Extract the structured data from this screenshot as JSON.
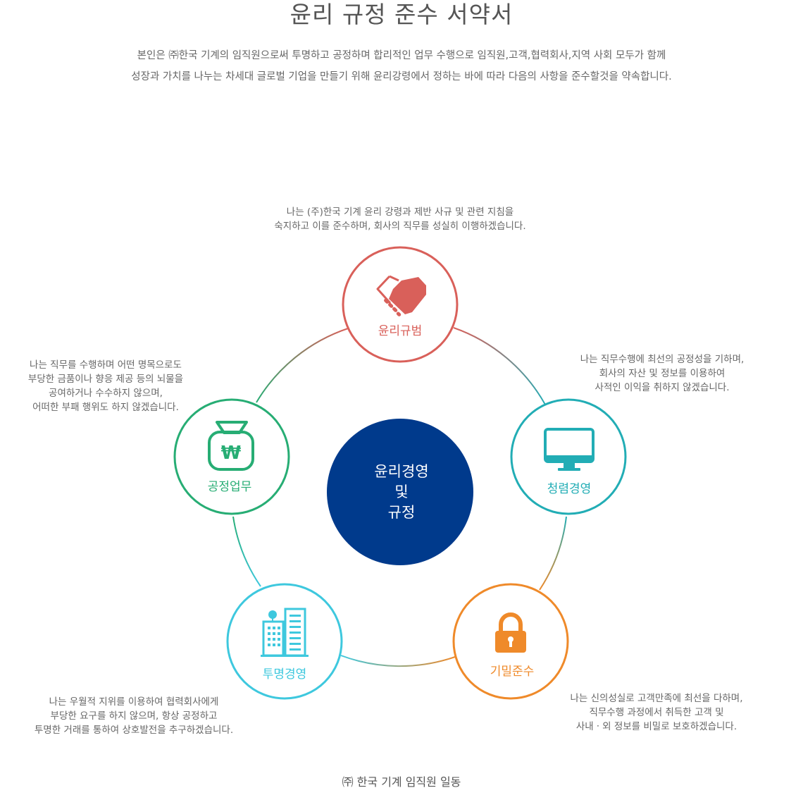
{
  "title": "윤리 규정 준수 서약서",
  "intro": {
    "line1": "본인은 ㈜한국 기계의 임직원으로써 투명하고 공정하며 합리적인 업무 수행으로 임직원,고객,협력회사,지역 사회 모두가 함께",
    "line2": "성장과 가치를 나누는 차세대 글로벌 기업을  만들기 위해 윤리강령에서 정하는 바에 따라 다음의  사항을 준수할것을 약속합니다."
  },
  "center": {
    "line1": "윤리경영",
    "line2": "및",
    "line3": "규정",
    "color": "#003a8c"
  },
  "nodes": {
    "ethics": {
      "label": "윤리규범",
      "color": "#d9605a",
      "icon": "handshake-icon",
      "desc": [
        "나는 (주)한국 기계 윤리 강령과 제반 사규 및 관련 지침을",
        "숙지하고 이를 준수하며, 회사의 직무를 성실히 이행하겠습니다."
      ]
    },
    "integrity": {
      "label": "청렴경영",
      "color": "#22adb5",
      "icon": "monitor-icon",
      "desc": [
        "나는 직무수행에 최선의 공정성을 기하며,",
        "회사의 자산 및 정보를 이용하여",
        "사적인 이익을 취하지 않겠습니다."
      ]
    },
    "secrecy": {
      "label": "기밀준수",
      "color": "#ef8a2a",
      "icon": "padlock-icon",
      "desc": [
        "나는 신의성실로 고객만족에 최선을 다하며,",
        "직무수행 과정에서 취득한 고객 및",
        "사내ㆍ외 정보를 비밀로 보호하겠습니다."
      ]
    },
    "transparency": {
      "label": "투명경영",
      "color": "#3ec8de",
      "icon": "buildings-icon",
      "desc": [
        "나는 우월적 지위를 이용하여 협력회사에게",
        "부당한 요구를 하지 않으며, 항상 공정하고",
        "투명한 거래를 통하여 상호발전을 추구하겠습니다."
      ]
    },
    "fairness": {
      "label": "공정업무",
      "color": "#27ad74",
      "icon": "money-bag-icon",
      "icon_symbol": "₩",
      "desc": [
        "나는 직무를 수행하며 어떤 명목으로도",
        "부당한 금품이나 향응 제공 등의 뇌물을",
        "공여하거나 수수하지 않으며,",
        "어떠한 부패 행위도 하지 않겠습니다."
      ]
    }
  },
  "footer": "㈜ 한국 기계  임직원 일동"
}
